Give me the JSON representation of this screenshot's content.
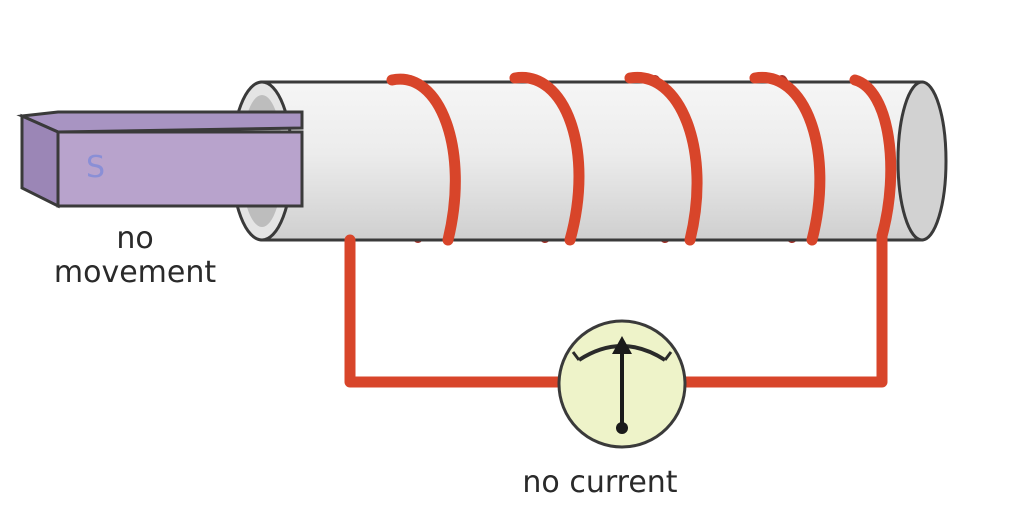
{
  "magnet": {
    "pole_label": "S"
  },
  "labels": {
    "magnet_line1": "no",
    "magnet_line2": "movement",
    "meter": "no current"
  },
  "colors": {
    "wire": "#d8452a",
    "magnet_front": "#b8a3cc",
    "magnet_top": "#a894c2",
    "magnet_end": "#9b86b6",
    "tube": "#e9e9e9",
    "meter_face": "#eef3c9"
  },
  "icons": [
    "bar-magnet-icon",
    "coil-tube-icon",
    "galvanometer-icon"
  ]
}
